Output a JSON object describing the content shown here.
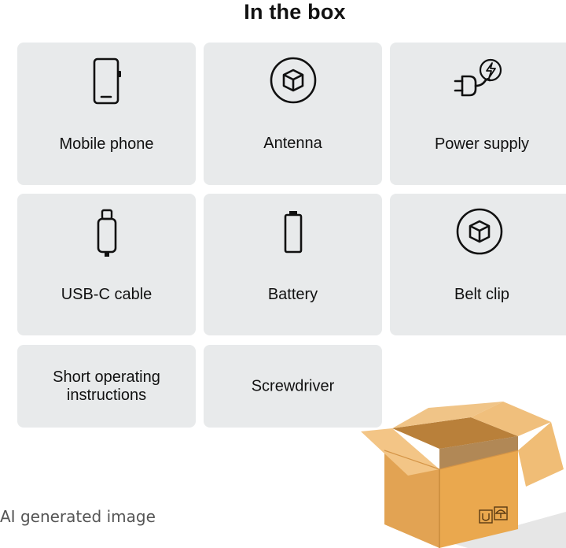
{
  "title": "In the box",
  "items": [
    {
      "label": "Mobile phone",
      "icon": "mobile-phone-icon"
    },
    {
      "label": "Antenna",
      "icon": "cube-icon"
    },
    {
      "label": "Power supply",
      "icon": "power-plug-icon"
    },
    {
      "label": "USB-C cable",
      "icon": "usb-c-cable-icon"
    },
    {
      "label": "Battery",
      "icon": "battery-icon"
    },
    {
      "label": "Belt clip",
      "icon": "cube-icon"
    },
    {
      "label": "Short operating instructions",
      "label_lines": [
        "Short operating",
        "instructions"
      ]
    },
    {
      "label": "Screwdriver"
    }
  ],
  "footer": "AI generated image",
  "colors": {
    "card_background": "#e8eaeb",
    "box_cardboard": "#e8a64a"
  }
}
